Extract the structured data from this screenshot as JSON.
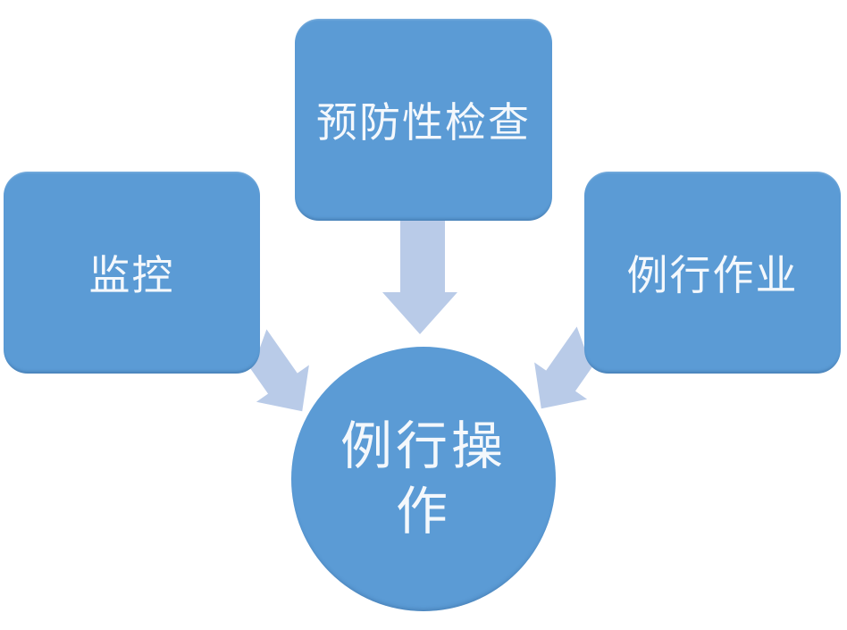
{
  "diagram": {
    "colors": {
      "node": "#5b9bd5",
      "arrow": "#b9cbe8",
      "text": "#f4f8fc",
      "background": "#ffffff"
    },
    "nodes": {
      "monitoring": {
        "label": "监控"
      },
      "preventive_inspection": {
        "label": "预防性检查"
      },
      "routine_work": {
        "label": "例行作业"
      },
      "routine_operations": {
        "label": "例行操作",
        "lines": [
          "例行操",
          "作"
        ]
      }
    },
    "arrows": [
      {
        "from": "预防性检查",
        "to": "例行操作"
      },
      {
        "from": "监控",
        "to": "例行操作"
      },
      {
        "from": "例行作业",
        "to": "例行操作"
      }
    ]
  }
}
